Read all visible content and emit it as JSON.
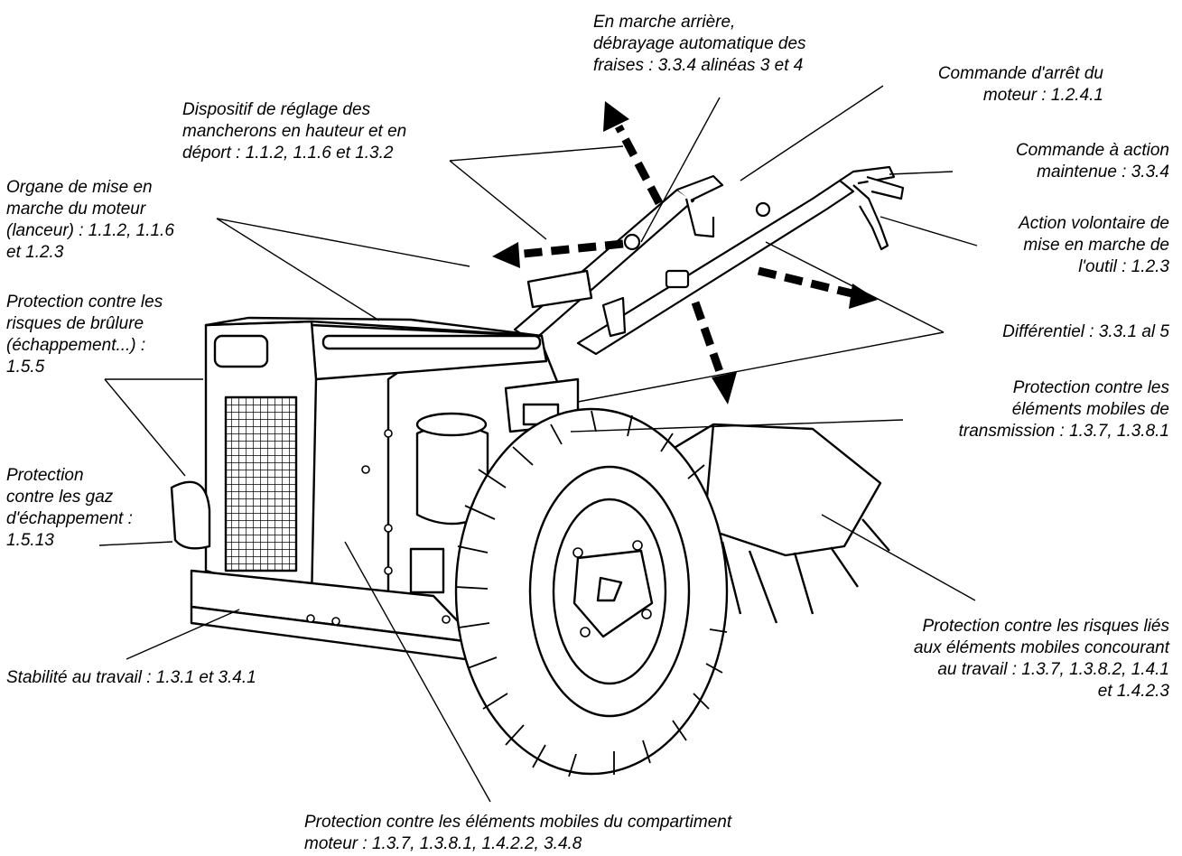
{
  "labels": {
    "reverse": "En marche arrière,\ndébrayage automatique des\nfraises : 3.3.4 alinéas 3 et 4",
    "stop_engine": "Commande d'arrêt du\nmoteur : 1.2.4.1",
    "handle_adjust": "Dispositif de réglage des\nmancherons en hauteur et en\ndéport : 1.1.2, 1.1.6 et 1.3.2",
    "hold_to_run": "Commande à action\nmaintenue : 3.3.4",
    "starter": "Organe de mise en\nmarche du moteur\n(lanceur) : 1.1.2, 1.1.6\net 1.2.3",
    "voluntary_action": "Action volontaire de\nmise en marche de\nl'outil : 1.2.3",
    "burn_protection": "Protection contre les\nrisques de brûlure\n(échappement...) :\n1.5.5",
    "differential": "Différentiel : 3.3.1 al 5",
    "transmission": "Protection contre les\néléments mobiles de\ntransmission : 1.3.7, 1.3.8.1",
    "exhaust_gas": "Protection\ncontre les gaz\nd'échappement :\n1.5.13",
    "working_parts": "Protection contre les risques liés\naux éléments mobiles concourant\nau travail : 1.3.7, 1.3.8.2, 1.4.1\net 1.4.2.3",
    "stability": "Stabilité au travail : 1.3.1 et 3.4.1",
    "engine_compartment": "Protection contre les éléments mobiles du compartiment\nmoteur : 1.3.7, 1.3.8.1, 1.4.2.2, 3.4.8"
  }
}
